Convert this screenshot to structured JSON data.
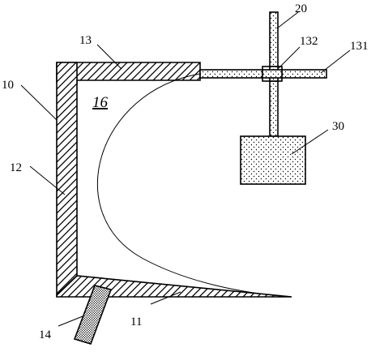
{
  "colors": {
    "line": "#000000",
    "background": "#ffffff",
    "stipple": "#000000"
  },
  "labels": {
    "housing": "10",
    "bottom_wall": "11",
    "side_wall": "12",
    "top_wall": "13",
    "outlet_port": "14",
    "chamber": "16",
    "rod_horizontal": "131",
    "joint": "132",
    "rod_vertical": "20",
    "weight_block": "30"
  }
}
